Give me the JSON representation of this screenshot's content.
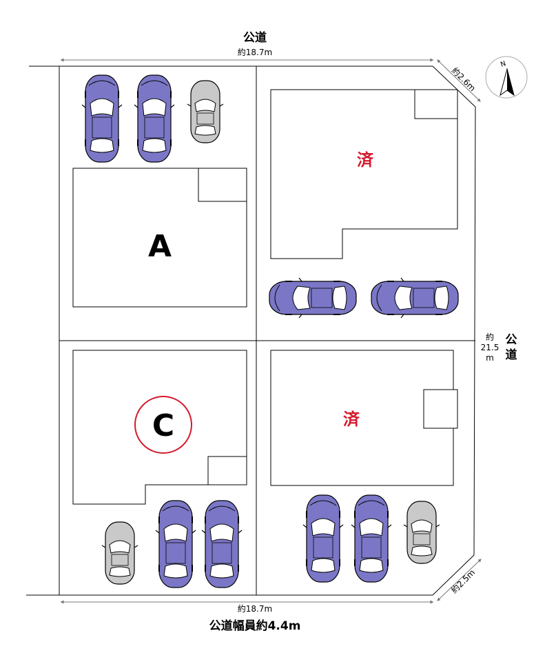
{
  "roads": {
    "top_label": "公道",
    "top_width": "約18.7m",
    "top_right_corner": "約2.6m",
    "right_label_line1": "公",
    "right_label_line2": "道",
    "right_len_line1": "約",
    "right_len_line2": "21.5",
    "right_len_line3": "m",
    "bottom_right_corner": "約2.5m",
    "bottom_width": "約18.7m",
    "bottom_label": "公道幅員約4.4m"
  },
  "lots": {
    "a_label": "A",
    "c_label": "C",
    "sold_top_right": "済",
    "sold_bottom_right": "済"
  },
  "compass": {
    "north_label": "N"
  },
  "colors": {
    "sold": "#d4192c",
    "car_purple": "#7b77c6",
    "car_gray": "#c9c9c9",
    "c_circle": "#d4192c"
  }
}
